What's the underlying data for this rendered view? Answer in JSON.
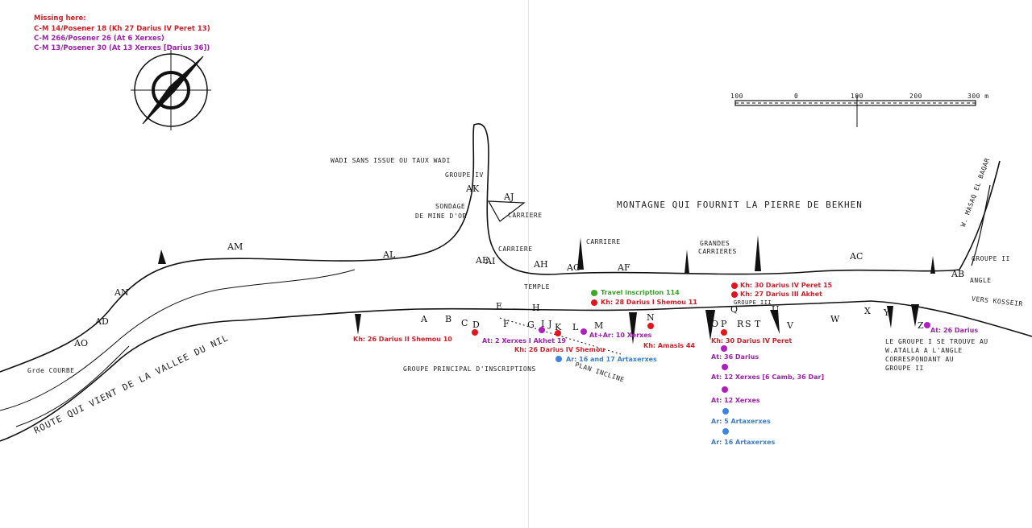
{
  "missing_note": {
    "heading": "Missing here:",
    "items": [
      "C-M 14/Posener 18 (Kh 27 Darius IV Peret 13)",
      "C-M 266/Posener 26 (At 6 Xerxes)",
      "C-M 13/Posener 30 (At 13 Xerxes [Darius 36])"
    ]
  },
  "colors": {
    "kh": "#e3141b",
    "at": "#b01ec0",
    "ar": "#3a86e0",
    "travel": "#3aaa25"
  },
  "scale": {
    "ticks": [
      "100",
      "0",
      "100",
      "200",
      "300 m"
    ]
  },
  "map_labels": {
    "wadi_sans_issue": "WADI SANS ISSUE OU TAUX WADI",
    "groupe_iv": "GROUPE IV",
    "sondage": "SONDAGE",
    "mine_dor": "DE MINE D'OR",
    "carriere_j": "CARRIERE",
    "carriere_i": "CARRIERE",
    "carriere_f": "CARRIERE",
    "grandes_carrieres_1": "GRANDES",
    "grandes_carrieres_2": "CARRIERES",
    "temple": "TEMPLE",
    "montagne": "MONTAGNE QUI FOURNIT LA PIERRE DE BEKHEN",
    "masaq": "W. MASAQ EL BAQAR",
    "groupe_ii": "GROUPE II",
    "angle": "ANGLE",
    "vers_kosseir": "VERS KOSSEIR",
    "groupe_iii": "GROUPE III",
    "grande_courbe": "Grde COURBE",
    "route": "ROUTE QUI VIENT DE LA VALLEE DU NIL",
    "plan_incline": "PLAN INCLINE",
    "groupe_principal": "GROUPE PRINCIPAL D'INSCRIPTIONS",
    "groupe_i_note": [
      "LE GROUPE I SE TROUVE AU",
      "W.ATALLA A L'ANGLE",
      "CORRESPONDANT AU",
      "GROUPE II"
    ]
  },
  "site_letters": [
    "A",
    "B",
    "C",
    "D",
    "E",
    "F",
    "G",
    "H",
    "I",
    "J",
    "K",
    "L",
    "M",
    "N",
    "O",
    "P",
    "Q",
    "R",
    "S",
    "T",
    "U",
    "V",
    "W",
    "X",
    "Y",
    "Z",
    "AC",
    "AD",
    "AE",
    "AG",
    "AH",
    "AI",
    "AJ",
    "AK",
    "AL",
    "AM",
    "AN",
    "AO",
    "AB",
    "AF"
  ],
  "annotations": [
    {
      "label": "Travel inscription 114",
      "type": "travel"
    },
    {
      "label": "Kh: 28 Darius I Shemou 11",
      "type": "kh"
    },
    {
      "label": "Kh: 26 Darius II Shemou 10",
      "type": "kh"
    },
    {
      "label": "At: 2 Xerxes I Akhet 19",
      "type": "at"
    },
    {
      "label": "Kh: 26 Darius IV Shemou",
      "type": "kh"
    },
    {
      "label": "At+Ar: 10 Xerxes",
      "type": "at"
    },
    {
      "label": "Kh: Amasis 44",
      "type": "kh"
    },
    {
      "label": "Ar: 16 and 17 Artaxerxes",
      "type": "ar"
    },
    {
      "label": "Kh: 30 Darius IV Peret 15",
      "type": "kh"
    },
    {
      "label": "Kh: 27 Darius III Akhet",
      "type": "kh"
    },
    {
      "label": "Kh: 30 Darius IV Peret",
      "type": "kh"
    },
    {
      "label": "At: 36 Darius",
      "type": "at"
    },
    {
      "label": "At: 12 Xerxes [6 Camb, 36 Dar]",
      "type": "at"
    },
    {
      "label": "At: 12 Xerxes",
      "type": "at"
    },
    {
      "label": "Ar: 5 Artaxerxes",
      "type": "ar"
    },
    {
      "label": "Ar: 16 Artaxerxes",
      "type": "ar"
    },
    {
      "label": "At: 26 Darius",
      "type": "at"
    }
  ]
}
